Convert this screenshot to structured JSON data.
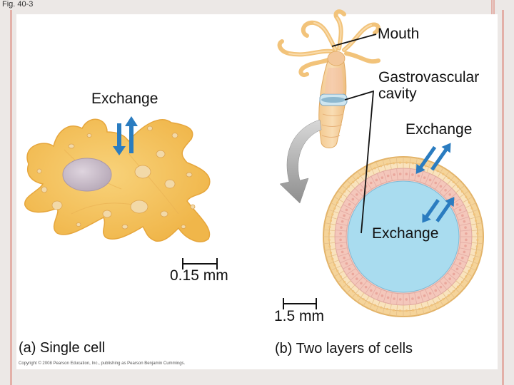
{
  "figure_number": "Fig. 40-3",
  "labels": {
    "mouth": "Mouth",
    "gastrovascular_line1": "Gastrovascular",
    "gastrovascular_line2": "cavity",
    "exchange_left": "Exchange",
    "exchange_right_top": "Exchange",
    "exchange_right_bottom": "Exchange",
    "scale_small": "0.15 mm",
    "scale_large": "1.5 mm"
  },
  "captions": {
    "a": "(a) Single cell",
    "b": "(b) Two layers of cells"
  },
  "copyright": "Copyright © 2008 Pearson Education, Inc., publishing as Pearson Benjamin Cummings.",
  "colors": {
    "cell_body": "#f5c45c",
    "cell_nucleus": "#c9bccb",
    "cavity_fill": "#a9dcef",
    "arrow_blue": "#2a7cc0",
    "big_arrow_gray": "#9a9a9a",
    "slide_border": "#e3b0a8"
  }
}
